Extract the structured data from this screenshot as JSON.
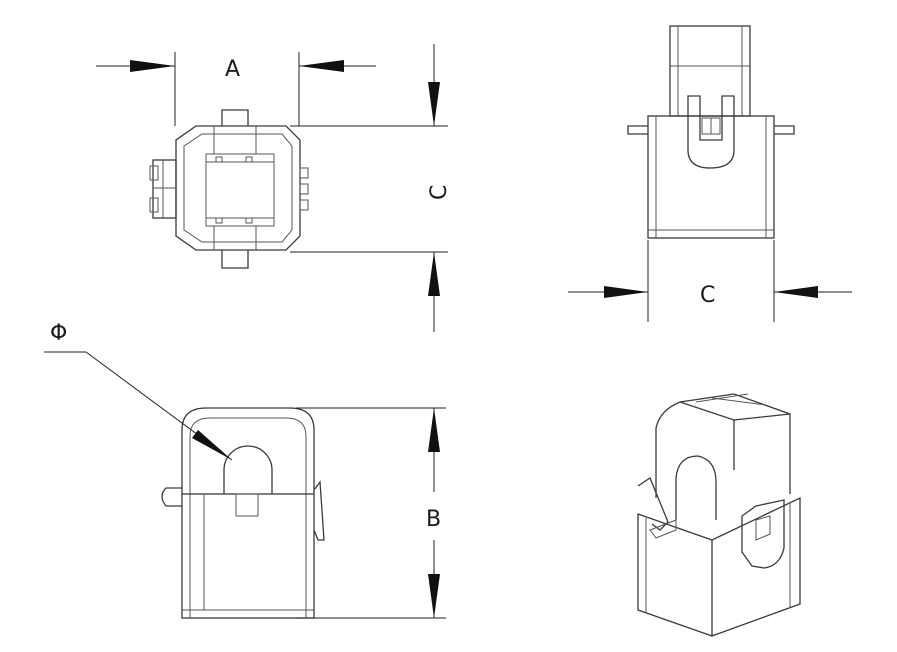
{
  "labels": {
    "dim_a": "A",
    "dim_b": "B",
    "dim_c_top_view": "C",
    "dim_c_side_view": "C",
    "dim_phi": "Φ"
  },
  "colors": {
    "line": "#3a3a3a",
    "dimension": "#222222",
    "background": "#ffffff"
  }
}
